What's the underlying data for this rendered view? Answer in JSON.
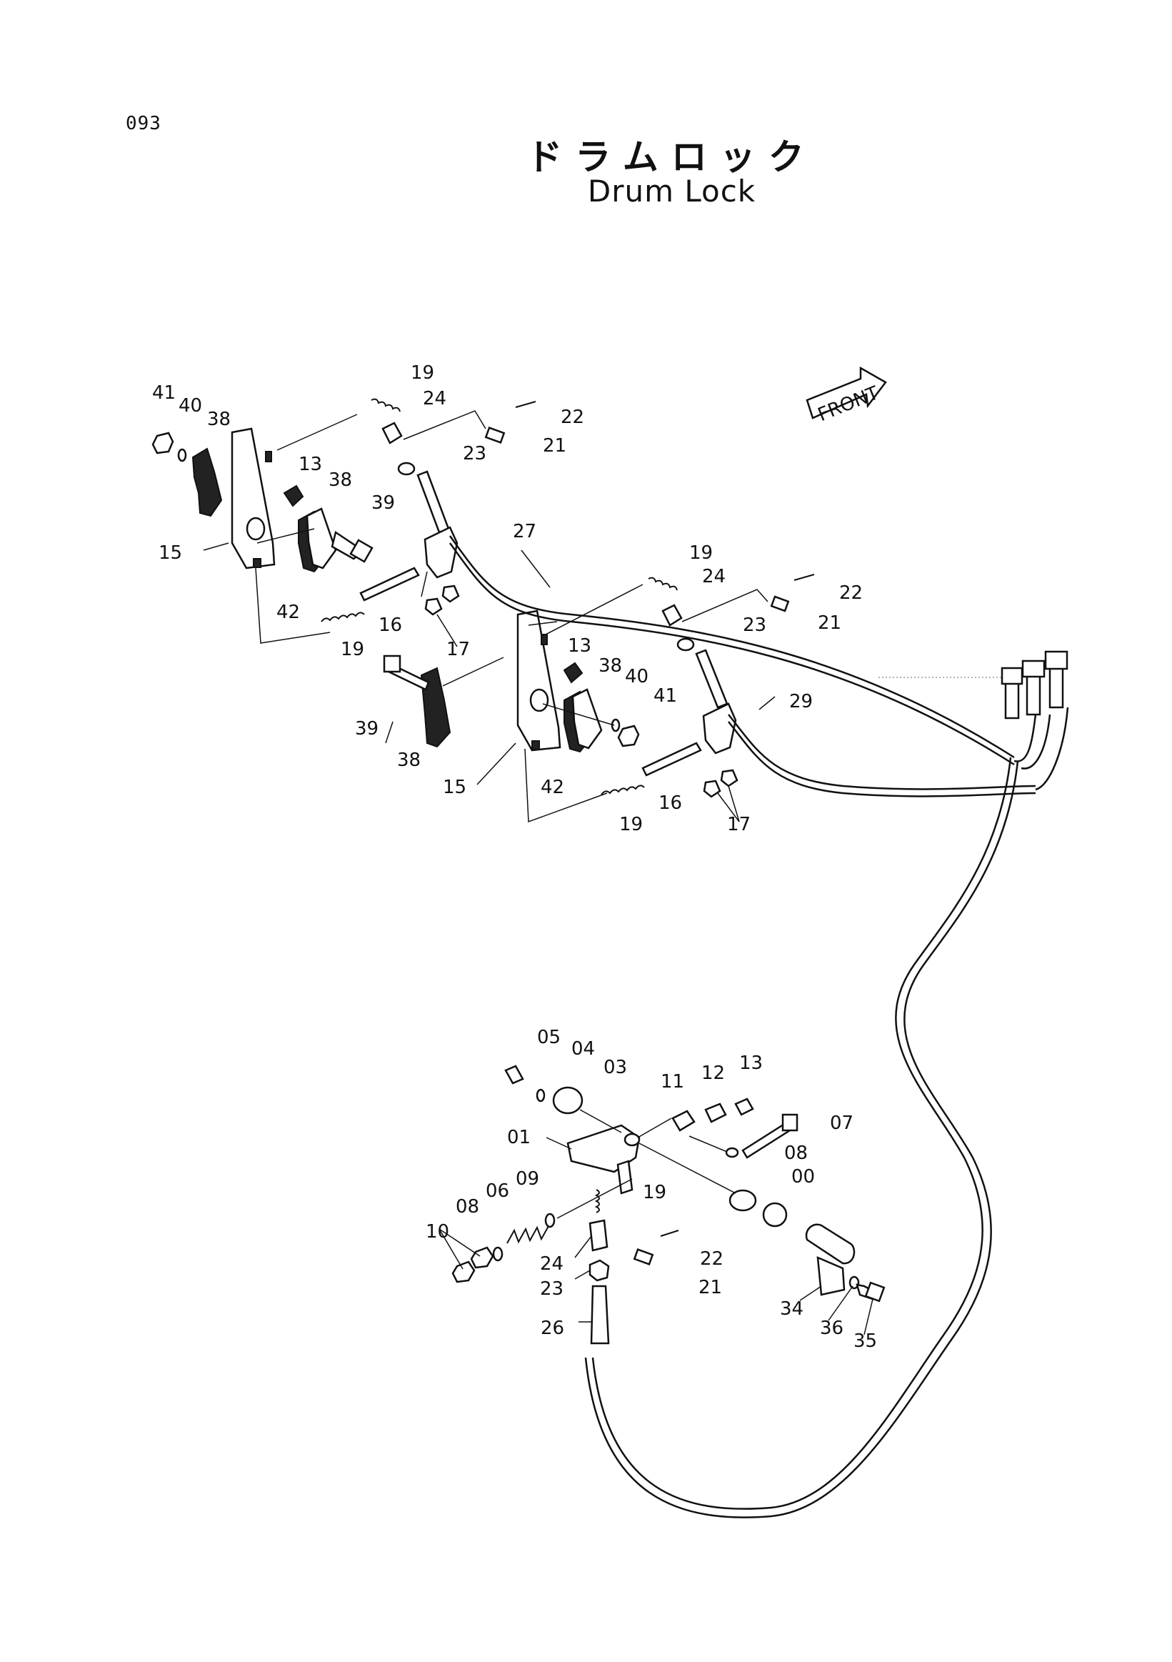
{
  "page": {
    "number": "093",
    "title_jp": "ドラムロック",
    "title_en": "Drum Lock"
  },
  "front_tag": "FRONT",
  "callouts": [
    {
      "id": "c1",
      "text": "41"
    },
    {
      "id": "c2",
      "text": "40"
    },
    {
      "id": "c3",
      "text": "38"
    },
    {
      "id": "c4",
      "text": "19"
    },
    {
      "id": "c5",
      "text": "24"
    },
    {
      "id": "c6",
      "text": "22"
    },
    {
      "id": "c7",
      "text": "21"
    },
    {
      "id": "c8",
      "text": "23"
    },
    {
      "id": "c9",
      "text": "13"
    },
    {
      "id": "c10",
      "text": "38"
    },
    {
      "id": "c11",
      "text": "39"
    },
    {
      "id": "c12",
      "text": "15"
    },
    {
      "id": "c13",
      "text": "27"
    },
    {
      "id": "c14",
      "text": "42"
    },
    {
      "id": "c15",
      "text": "16"
    },
    {
      "id": "c16",
      "text": "19"
    },
    {
      "id": "c17",
      "text": "17"
    },
    {
      "id": "c18",
      "text": "19"
    },
    {
      "id": "c19",
      "text": "24"
    },
    {
      "id": "c20",
      "text": "22"
    },
    {
      "id": "c21",
      "text": "21"
    },
    {
      "id": "c22",
      "text": "23"
    },
    {
      "id": "c23",
      "text": "13"
    },
    {
      "id": "c24",
      "text": "38"
    },
    {
      "id": "c25",
      "text": "40"
    },
    {
      "id": "c26",
      "text": "41"
    },
    {
      "id": "c27",
      "text": "39"
    },
    {
      "id": "c28",
      "text": "38"
    },
    {
      "id": "c29",
      "text": "15"
    },
    {
      "id": "c30",
      "text": "42"
    },
    {
      "id": "c31",
      "text": "29"
    },
    {
      "id": "c32",
      "text": "16"
    },
    {
      "id": "c33",
      "text": "19"
    },
    {
      "id": "c34",
      "text": "17"
    },
    {
      "id": "c35",
      "text": "05"
    },
    {
      "id": "c36",
      "text": "04"
    },
    {
      "id": "c37",
      "text": "03"
    },
    {
      "id": "c38",
      "text": "11"
    },
    {
      "id": "c39",
      "text": "12"
    },
    {
      "id": "c40",
      "text": "13"
    },
    {
      "id": "c41",
      "text": "07"
    },
    {
      "id": "c42",
      "text": "01"
    },
    {
      "id": "c43",
      "text": "08"
    },
    {
      "id": "c44",
      "text": "00"
    },
    {
      "id": "c45",
      "text": "09"
    },
    {
      "id": "c46",
      "text": "06"
    },
    {
      "id": "c47",
      "text": "08"
    },
    {
      "id": "c48",
      "text": "19"
    },
    {
      "id": "c49",
      "text": "10"
    },
    {
      "id": "c50",
      "text": "22"
    },
    {
      "id": "c51",
      "text": "24"
    },
    {
      "id": "c52",
      "text": "21"
    },
    {
      "id": "c53",
      "text": "23"
    },
    {
      "id": "c54",
      "text": "26"
    },
    {
      "id": "c55",
      "text": "34"
    },
    {
      "id": "c56",
      "text": "36"
    },
    {
      "id": "c57",
      "text": "35"
    }
  ]
}
